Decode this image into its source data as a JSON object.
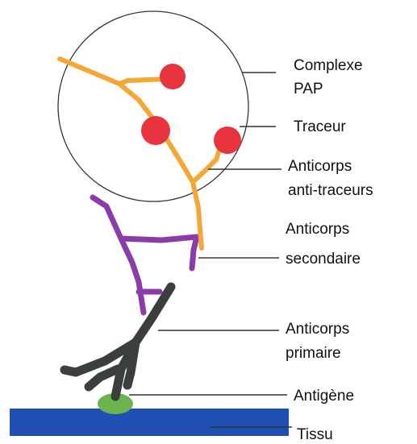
{
  "labels": {
    "complexe_line1": "Complexe",
    "complexe_line2": "PAP",
    "traceur": "Traceur",
    "anticorps_anti_line1": "Anticorps",
    "anticorps_anti_line2": "anti-traceurs",
    "anticorps_sec_line1": "Anticorps",
    "anticorps_sec_line2": "secondaire",
    "anticorps_prim_line1": "Anticorps",
    "anticorps_prim_line2": "primaire",
    "antigene": "Antigène",
    "tissu": "Tissu"
  },
  "colors": {
    "anti_tracer_antibody": "#f4a736",
    "secondary_antibody": "#8a3da8",
    "primary_antibody": "#3a3f3c",
    "tracer": "#e8343e",
    "antigen": "#6cb34f",
    "tissue": "#1f4fb2",
    "complex_circle": "#333333"
  }
}
